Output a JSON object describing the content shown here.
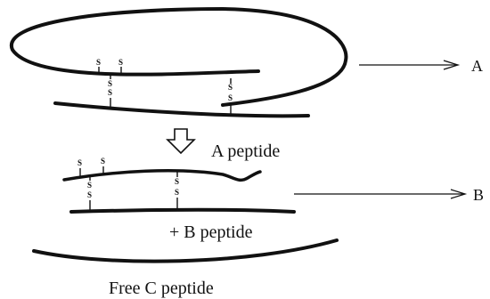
{
  "diagram": {
    "bond_letter": "S",
    "labels": {
      "arrow_a": "A",
      "arrow_b": "B",
      "a_peptide": "A peptide",
      "b_peptide": "+ B peptide",
      "c_peptide": "Free C peptide"
    }
  }
}
